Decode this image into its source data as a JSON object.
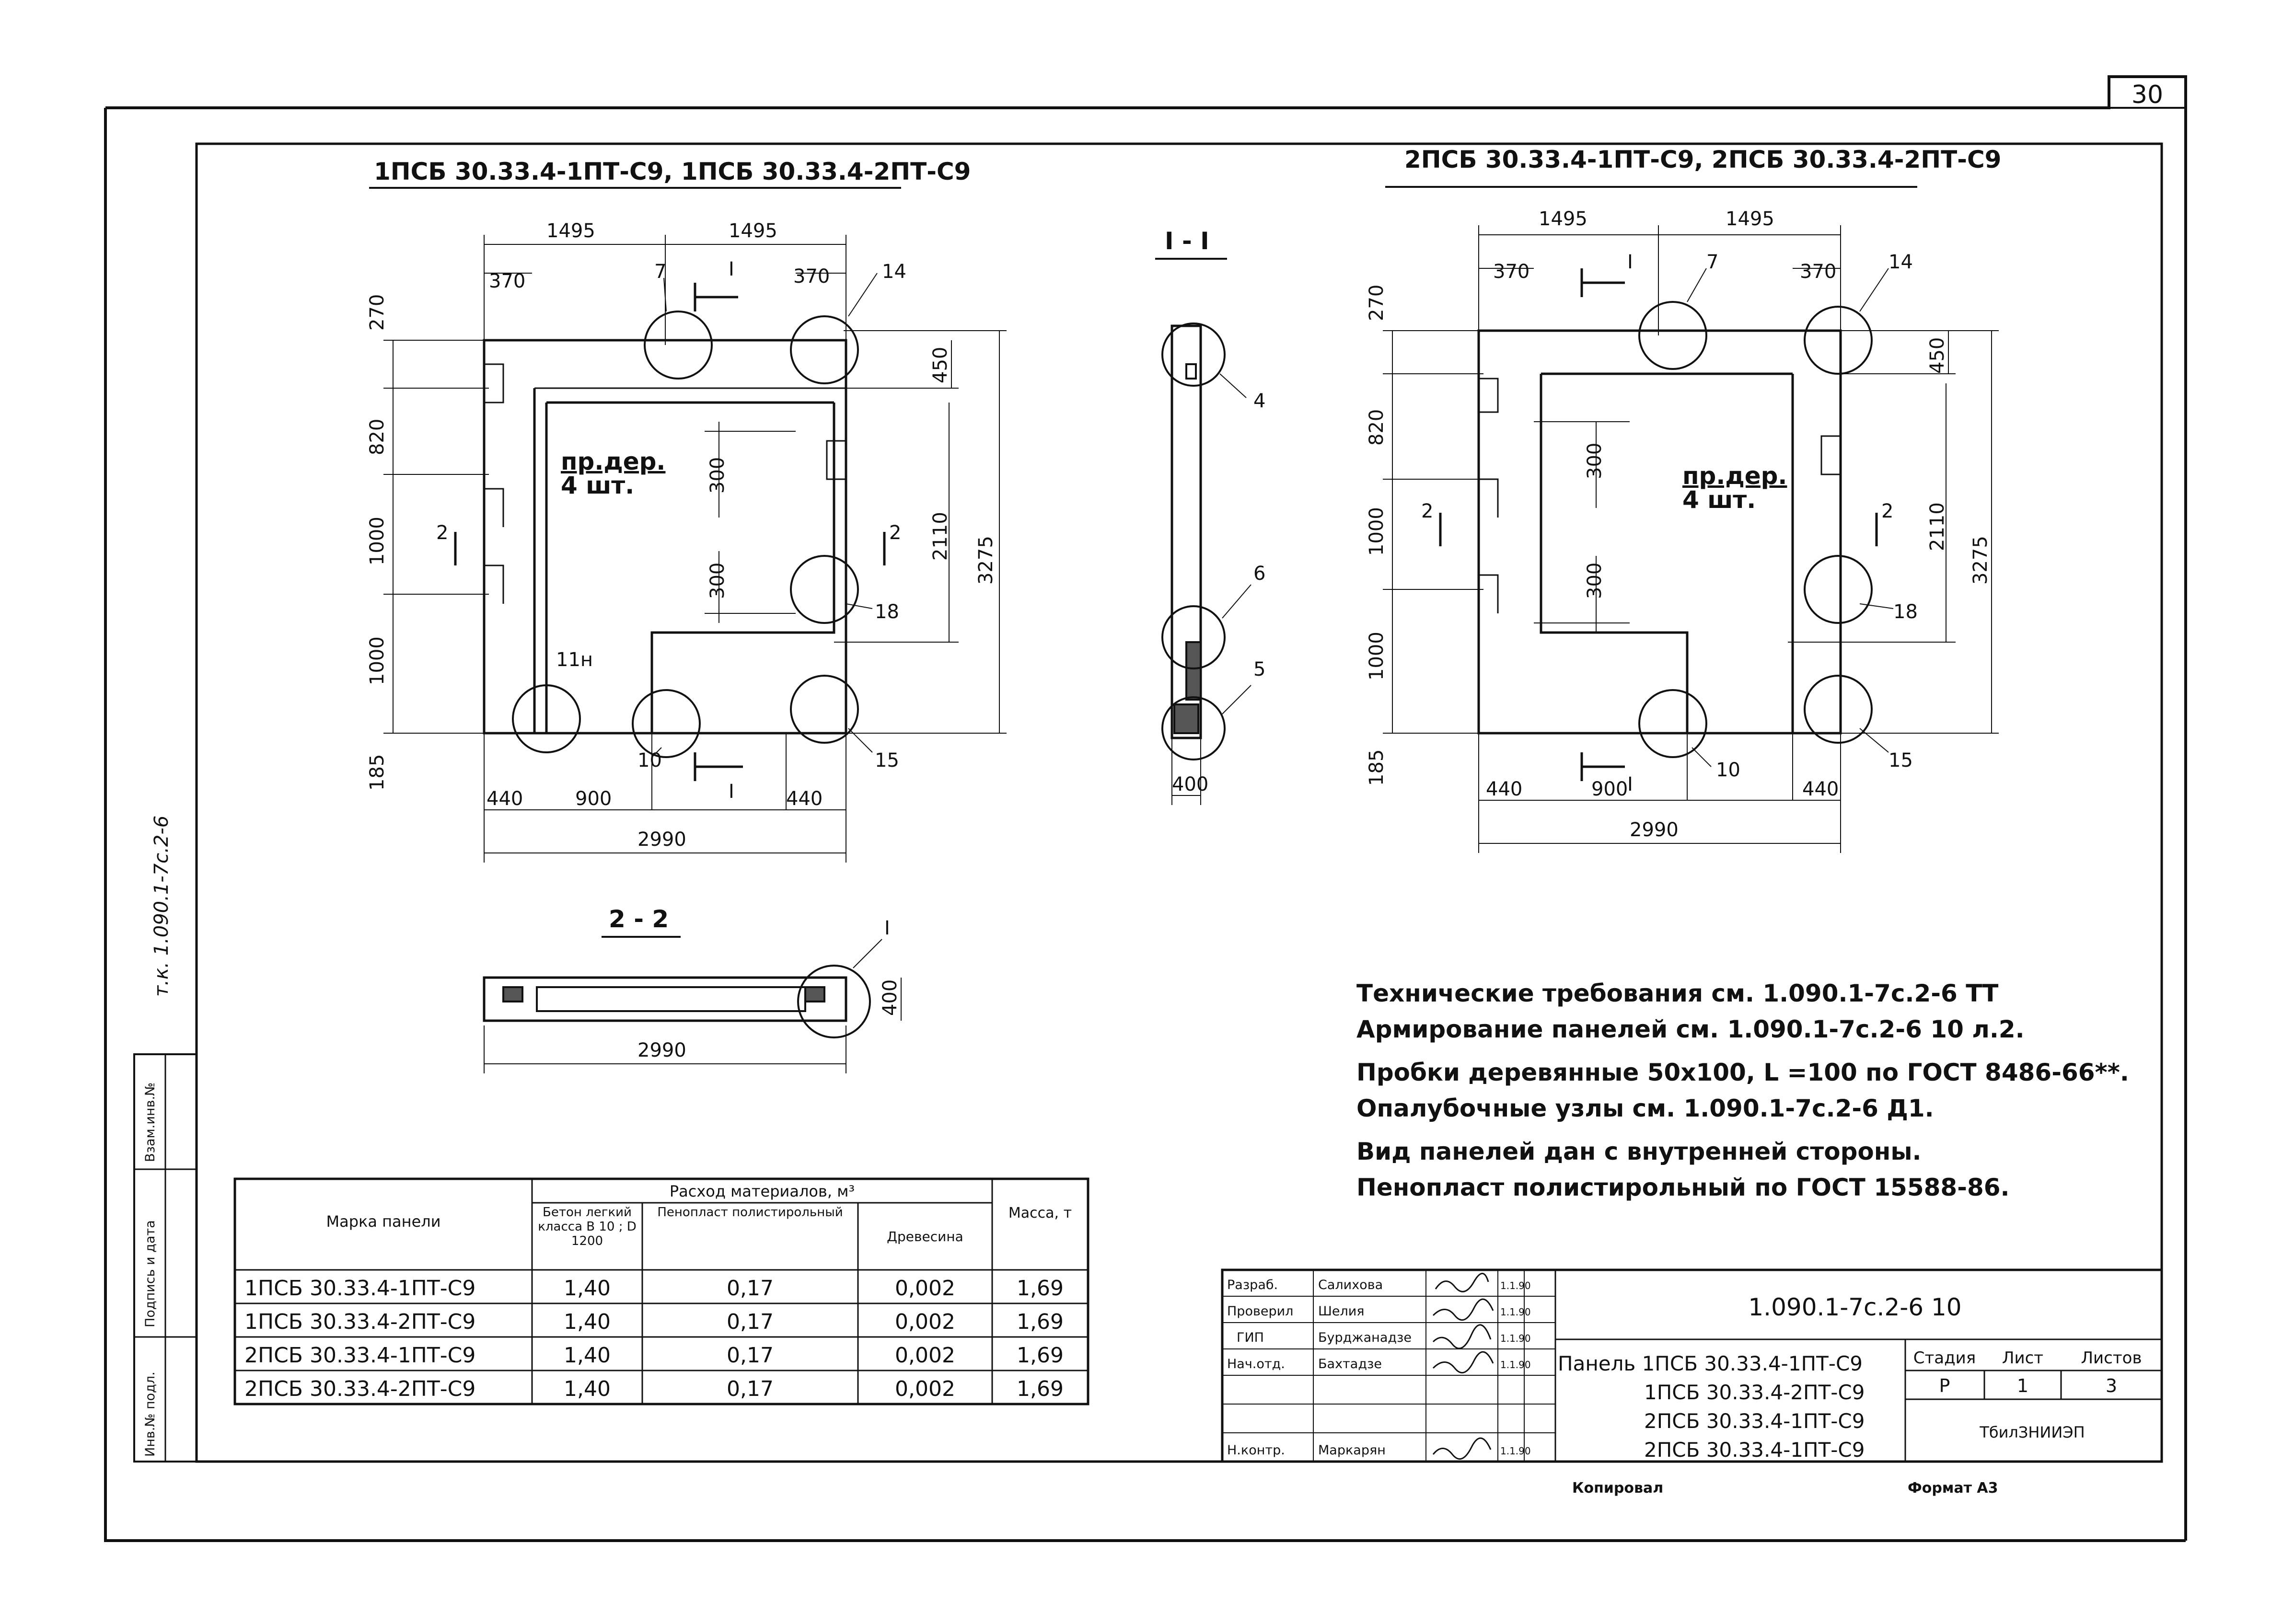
{
  "sheet_number": "30",
  "side_stamp": "т.к. 1.090.1-7с.2-6",
  "left_stamp": {
    "inv": "Инв.№ подл.",
    "sign": "Подпись и дата",
    "replace": "Взам.инв.№"
  },
  "view_left": {
    "title": "1ПСБ 30.33.4-1ПТ-С9, 1ПСБ 30.33.4-2ПТ-С9",
    "dims": {
      "top1": "1495",
      "top2": "1495",
      "t370a": "370",
      "t370b": "370",
      "v270": "270",
      "v820": "820",
      "v1000a": "1000",
      "v1000b": "1000",
      "v185": "185",
      "v450": "450",
      "v2110": "2110",
      "v3275": "3275",
      "v300a": "300",
      "v300b": "300",
      "b440a": "440",
      "b900": "900",
      "b440b": "440",
      "b2990": "2990"
    },
    "callouts": {
      "c7": "7",
      "c14": "14",
      "c18": "18",
      "c11": "11н",
      "c10": "10",
      "c15": "15"
    },
    "section_marks": {
      "s1top": "I",
      "s1bot": "I",
      "s2left": "2",
      "s2right": "2"
    },
    "note": "пр.дер.",
    "note2": "4 шт."
  },
  "view_right": {
    "title": "2ПСБ 30.33.4-1ПТ-С9, 2ПСБ 30.33.4-2ПТ-С9",
    "dims": {
      "top1": "1495",
      "top2": "1495",
      "t370a": "370",
      "t370b": "370",
      "v270": "270",
      "v820": "820",
      "v1000a": "1000",
      "v1000b": "1000",
      "v185": "185",
      "v450": "450",
      "v2110": "2110",
      "v3275": "3275",
      "v300a": "300",
      "v300b": "300",
      "b440a": "440",
      "b900": "900",
      "b440b": "440",
      "b2990": "2990"
    },
    "callouts": {
      "c7": "7",
      "c14": "14",
      "c18": "18",
      "c10": "10",
      "c15": "15"
    },
    "section_marks": {
      "s1top": "I",
      "s1bot": "I",
      "s2left": "2",
      "s2right": "2"
    },
    "note": "пр.дер.",
    "note2": "4 шт."
  },
  "section_1_1": {
    "title": "I - I",
    "c4": "4",
    "c6": "6",
    "c5": "5",
    "width": "400"
  },
  "section_2_2": {
    "title": "2 - 2",
    "c1": "I",
    "height": "400",
    "width": "2990"
  },
  "notes": [
    "Технические требования см. 1.090.1-7с.2-6 ТТ",
    "Армирование панелей см. 1.090.1-7с.2-6 10 л.2.",
    "Пробки деревянные 50х100, L =100 по ГОСТ 8486-66**.",
    "Опалубочные узлы см. 1.090.1-7с.2-6 Д1.",
    "Вид панелей дан с внутренней стороны.",
    "Пенопласт полистирольный по ГОСТ 15588-86."
  ],
  "materials_table": {
    "group_header": "Расход материалов, м³",
    "headers": [
      "Марка панели",
      "Бетон легкий класса В 10 ; D 1200",
      "Пенопласт полистирольный",
      "Древесина",
      "Масса, т"
    ],
    "rows": [
      [
        "1ПСБ 30.33.4-1ПТ-С9",
        "1,40",
        "0,17",
        "0,002",
        "1,69"
      ],
      [
        "1ПСБ 30.33.4-2ПТ-С9",
        "1,40",
        "0,17",
        "0,002",
        "1,69"
      ],
      [
        "2ПСБ 30.33.4-1ПТ-С9",
        "1,40",
        "0,17",
        "0,002",
        "1,69"
      ],
      [
        "2ПСБ 30.33.4-2ПТ-С9",
        "1,40",
        "0,17",
        "0,002",
        "1,69"
      ]
    ]
  },
  "title_block": {
    "doc_code": "1.090.1-7с.2-6 10",
    "roles": [
      {
        "role": "Разраб.",
        "name": "Салихова",
        "date": "1.1.90"
      },
      {
        "role": "Проверил",
        "name": "Шелия",
        "date": "1.1.90"
      },
      {
        "role": "ГИП",
        "name": "Бурджанадзе",
        "date": "1.1.90"
      },
      {
        "role": "Нач.отд.",
        "name": "Бахтадзе",
        "date": "1.1.90"
      },
      {
        "role": "",
        "name": "",
        "date": ""
      },
      {
        "role": "",
        "name": "",
        "date": ""
      },
      {
        "role": "Н.контр.",
        "name": "Маркарян",
        "date": "1.1.90"
      }
    ],
    "product_lines": [
      "Панель 1ПСБ 30.33.4-1ПТ-С9",
      "1ПСБ 30.33.4-2ПТ-С9",
      "2ПСБ 30.33.4-1ПТ-С9",
      "2ПСБ 30.33.4-1ПТ-С9"
    ],
    "stage_header": "Стадия",
    "sheet_header": "Лист",
    "sheets_header": "Листов",
    "stage": "Р",
    "sheet": "1",
    "sheets": "3",
    "org": "ТбилЗНИИЭП"
  },
  "footer": {
    "copied": "Копировал",
    "format": "Формат А3"
  }
}
